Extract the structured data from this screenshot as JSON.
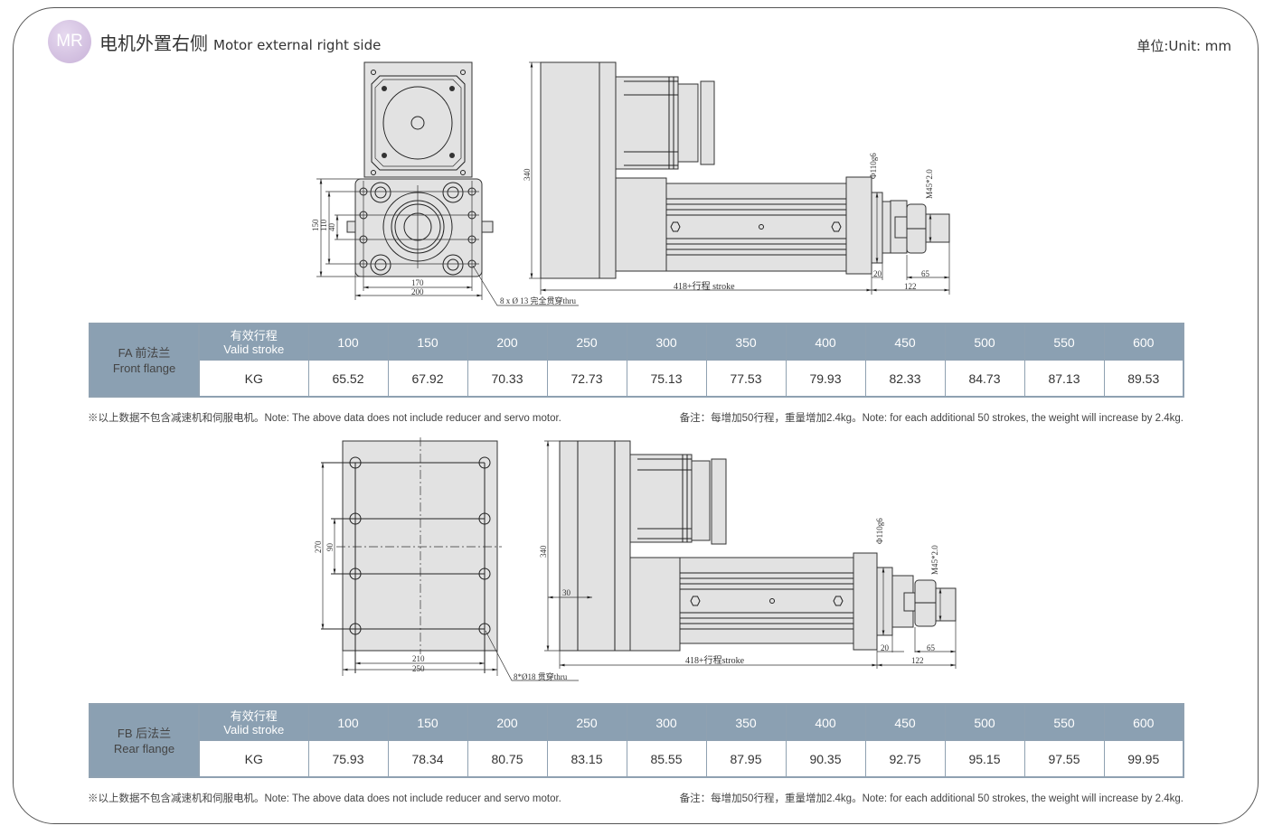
{
  "header": {
    "badge": "MR",
    "title_cn": "电机外置右侧",
    "title_en": "Motor external right side",
    "unit": "单位:Unit: mm"
  },
  "drawing_fa": {
    "dim_150": "150",
    "dim_110": "110",
    "dim_40": "40",
    "dim_170": "170",
    "dim_200": "200",
    "holes": "8 x Ø 13 完全贯穿thru",
    "dim_340": "340",
    "stroke": "418+行程 stroke",
    "dim_20": "20",
    "dim_65": "65",
    "dim_122": "122",
    "shaft": "Φ110g6",
    "thread": "M45*2.0"
  },
  "drawing_fb": {
    "dim_270": "270",
    "dim_90": "90",
    "dim_210": "210",
    "dim_250": "250",
    "holes": "8*Ø18 贯穿thru",
    "dim_340": "340",
    "dim_30": "30",
    "stroke": "418+行程stroke",
    "dim_20": "20",
    "dim_65": "65",
    "dim_122": "122",
    "shaft": "Φ110g6",
    "thread": "M45*2.0"
  },
  "table_fa": {
    "lead_cn": "FA 前法兰",
    "lead_en": "Front flange",
    "stroke_cn": "有效行程",
    "stroke_en": "Valid stroke",
    "weight_label": "KG",
    "strokes": [
      "100",
      "150",
      "200",
      "250",
      "300",
      "350",
      "400",
      "450",
      "500",
      "550",
      "600"
    ],
    "weights": [
      "65.52",
      "67.92",
      "70.33",
      "72.73",
      "75.13",
      "77.53",
      "79.93",
      "82.33",
      "84.73",
      "87.13",
      "89.53"
    ]
  },
  "table_fb": {
    "lead_cn": "FB 后法兰",
    "lead_en": "Rear flange",
    "stroke_cn": "有效行程",
    "stroke_en": "Valid stroke",
    "weight_label": "KG",
    "strokes": [
      "100",
      "150",
      "200",
      "250",
      "300",
      "350",
      "400",
      "450",
      "500",
      "550",
      "600"
    ],
    "weights": [
      "75.93",
      "78.34",
      "80.75",
      "83.15",
      "85.55",
      "87.95",
      "90.35",
      "92.75",
      "95.15",
      "97.55",
      "99.95"
    ]
  },
  "notes": {
    "left": "※以上数据不包含减速机和伺服电机。Note: The above data does not include reducer and servo motor.",
    "right": "备注：每增加50行程，重量增加2.4kg。Note: for each additional 50 strokes, the weight will increase by 2.4kg."
  },
  "colors": {
    "table_header": "#8ba0b2",
    "lead_cell": "#e6e8ec",
    "badge": "#c8b2d8"
  }
}
